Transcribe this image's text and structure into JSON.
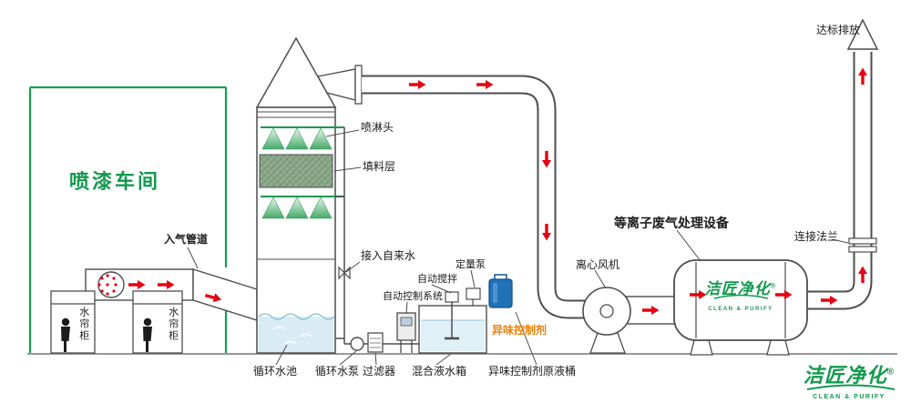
{
  "labels": {
    "workshop": "喷漆车间",
    "inlet_duct": "入气管道",
    "water_curtain": "水帘柜",
    "spray_head": "喷淋头",
    "packing_layer": "填料层",
    "tap_water_inlet": "接入自来水",
    "auto_control_system": "自动控制系统",
    "auto_stirring": "自动搅拌",
    "metering_pump": "定量泵",
    "odor_control_agent": "异味控制剂",
    "centrifugal_fan": "离心风机",
    "plasma_treatment_equipment": "等离子废气处理设备",
    "connecting_flange": "连接法兰",
    "compliant_discharge": "达标排放",
    "circulating_water_pool": "循环水池",
    "circulating_water_pump": "循环水泵",
    "filter": "过滤器",
    "mixing_liquid_tank": "混合液水箱",
    "odor_agent_stock_barrel": "异味控制剂原液桶"
  },
  "brand": {
    "name": "洁匠净化",
    "registered_mark": "®",
    "slogan": "CLEAN & PURIFY"
  },
  "colors": {
    "brand_green": "#129a4e",
    "outline_gray": "#4d4d4d",
    "packing_green": "#90ab8d",
    "water_blue": "#d9ecf3",
    "barrel_blue": "#2272b8",
    "flow_arrow_red": "#e60012",
    "odor_label_orange": "#e8820a"
  },
  "icons": {
    "duct_fan": "fan-impeller-icon",
    "spray_nozzle": "spray-cone-icon",
    "worker": "person-silhouette-icon",
    "flow_arrow": "red-flow-arrow-icon",
    "stack_tip": "up-arrow-outline-icon"
  }
}
